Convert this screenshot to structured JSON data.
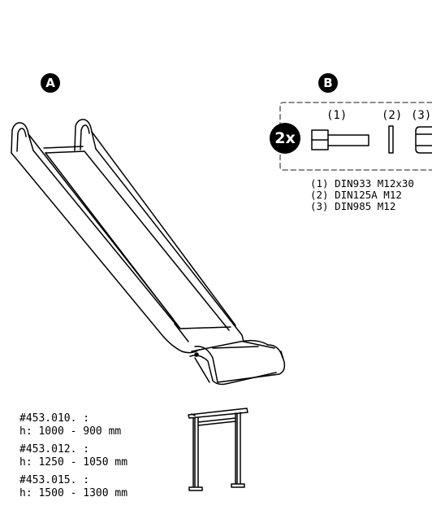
{
  "labels": {
    "a": "A",
    "b": "B",
    "qty": "2x"
  },
  "parts": [
    {
      "num": "(1)",
      "spec": "(1) DIN933 M12x30"
    },
    {
      "num": "(2)",
      "spec": "(2) DIN125A M12"
    },
    {
      "num": "(3)",
      "spec": "(3) DIN985 M12"
    }
  ],
  "heights": [
    {
      "code": "#453.010. :",
      "range": "h: 1000 - 900 mm"
    },
    {
      "code": "#453.012. :",
      "range": "h: 1250 - 1050 mm"
    },
    {
      "code": "#453.015. :",
      "range": "h: 1500 - 1300 mm"
    }
  ]
}
